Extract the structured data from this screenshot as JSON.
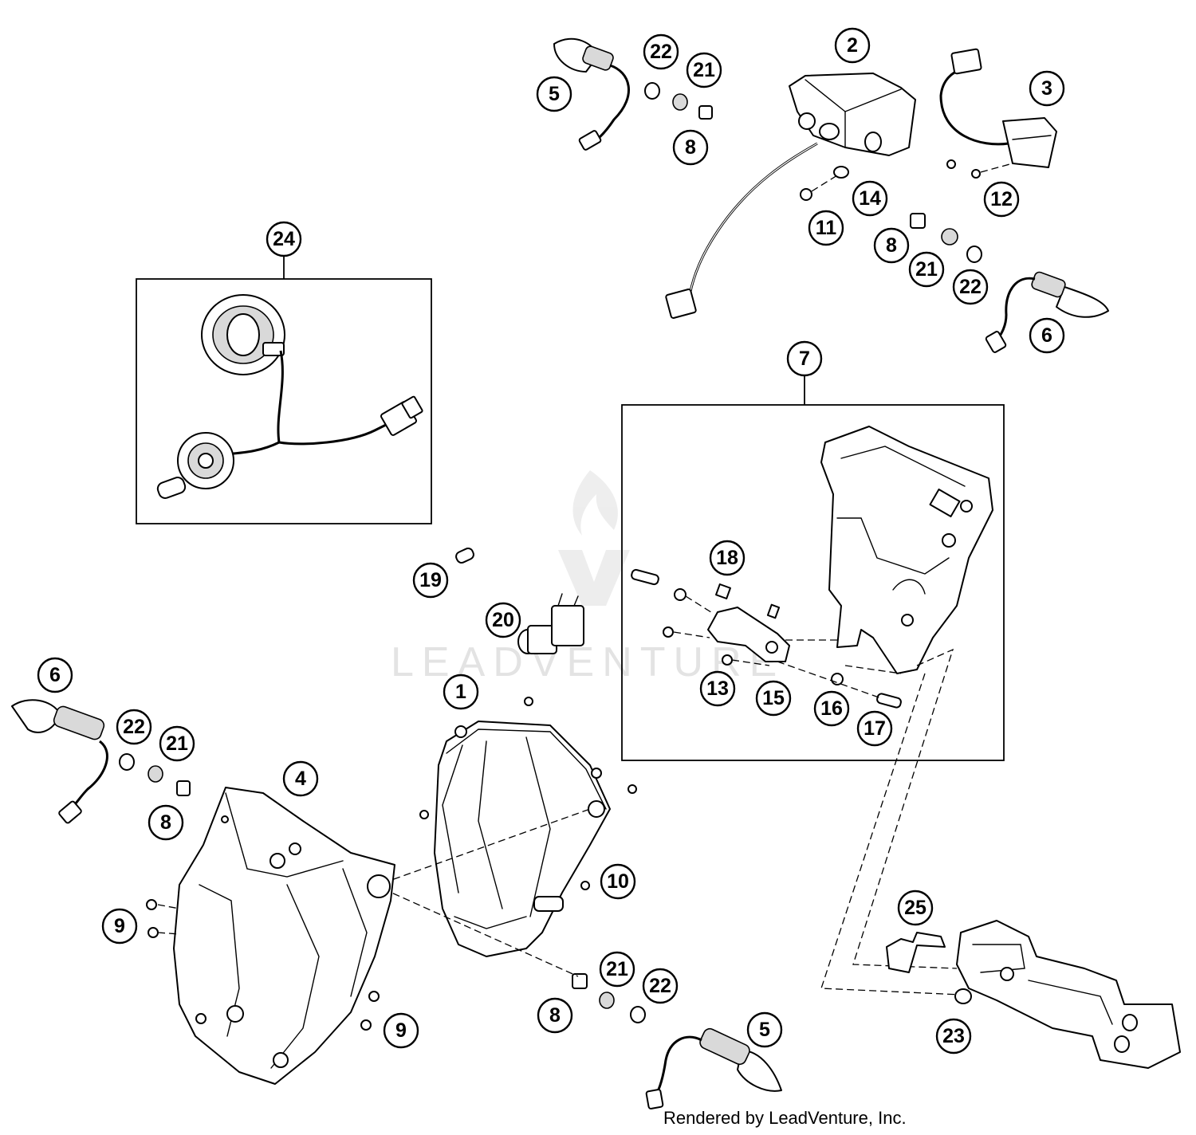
{
  "credit": "Rendered by LeadVenture, Inc.",
  "watermark": "LEADVENTURE",
  "callouts": {
    "c1": "1",
    "c2": "2",
    "c3": "3",
    "c4": "4",
    "c5a": "5",
    "c5b": "5",
    "c6a": "6",
    "c6b": "6",
    "c7": "7",
    "c8a": "8",
    "c8b": "8",
    "c8c": "8",
    "c8d": "8",
    "c9a": "9",
    "c9b": "9",
    "c10": "10",
    "c11": "11",
    "c12": "12",
    "c13": "13",
    "c14": "14",
    "c15": "15",
    "c16": "16",
    "c17": "17",
    "c18": "18",
    "c19": "19",
    "c20": "20",
    "c21a": "21",
    "c21b": "21",
    "c21c": "21",
    "c21d": "21",
    "c22a": "22",
    "c22b": "22",
    "c22c": "22",
    "c22d": "22",
    "c23": "23",
    "c24": "24",
    "c25": "25"
  }
}
